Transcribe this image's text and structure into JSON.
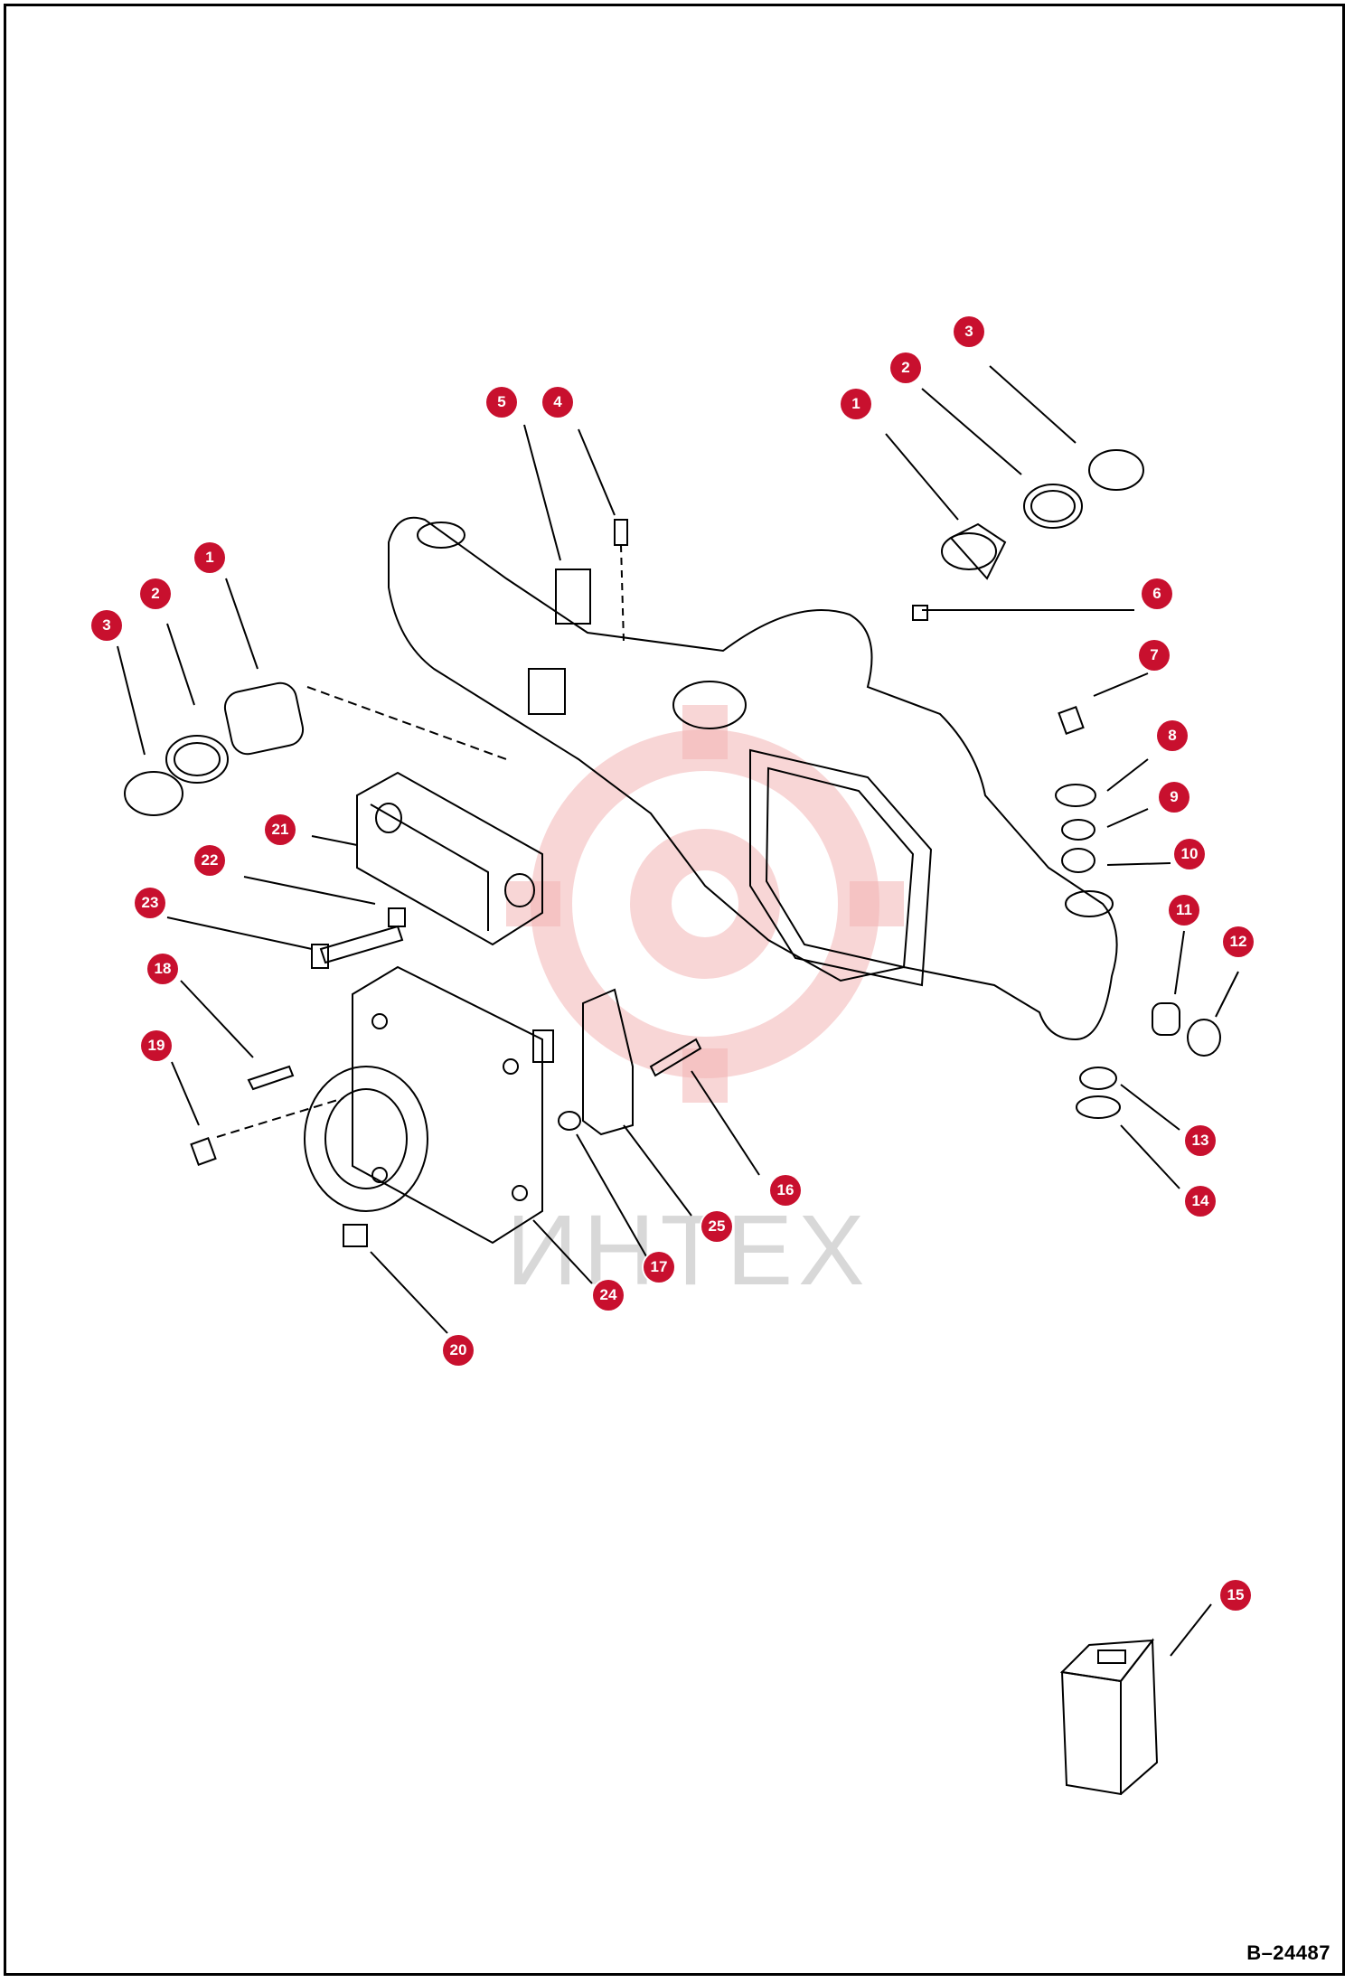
{
  "diagram": {
    "reference_code": "B–24487",
    "watermark_text": "ИНТЕХ",
    "accent_color": "#c8102e",
    "callouts": [
      {
        "id": "callout-5a",
        "label": "5"
      },
      {
        "id": "callout-4a",
        "label": "4"
      },
      {
        "id": "callout-3a",
        "label": "3"
      },
      {
        "id": "callout-2a",
        "label": "2"
      },
      {
        "id": "callout-1a",
        "label": "1"
      },
      {
        "id": "callout-1b",
        "label": "1"
      },
      {
        "id": "callout-2b",
        "label": "2"
      },
      {
        "id": "callout-3b",
        "label": "3"
      },
      {
        "id": "callout-6",
        "label": "6"
      },
      {
        "id": "callout-7",
        "label": "7"
      },
      {
        "id": "callout-8",
        "label": "8"
      },
      {
        "id": "callout-9",
        "label": "9"
      },
      {
        "id": "callout-10",
        "label": "10"
      },
      {
        "id": "callout-11",
        "label": "11"
      },
      {
        "id": "callout-12",
        "label": "12"
      },
      {
        "id": "callout-13",
        "label": "13"
      },
      {
        "id": "callout-14",
        "label": "14"
      },
      {
        "id": "callout-21",
        "label": "21"
      },
      {
        "id": "callout-22",
        "label": "22"
      },
      {
        "id": "callout-23",
        "label": "23"
      },
      {
        "id": "callout-18",
        "label": "18"
      },
      {
        "id": "callout-19",
        "label": "19"
      },
      {
        "id": "callout-16",
        "label": "16"
      },
      {
        "id": "callout-25",
        "label": "25"
      },
      {
        "id": "callout-17",
        "label": "17"
      },
      {
        "id": "callout-24",
        "label": "24"
      },
      {
        "id": "callout-20",
        "label": "20"
      },
      {
        "id": "callout-15",
        "label": "15"
      }
    ]
  }
}
